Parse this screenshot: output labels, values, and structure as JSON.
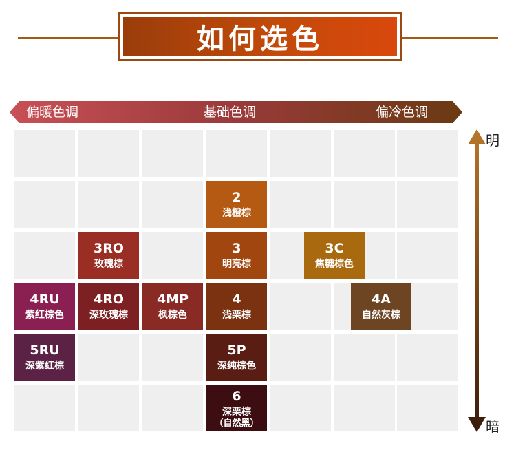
{
  "title": "如何选色",
  "tone_axis": {
    "warm": "偏暖色调",
    "base": "基础色调",
    "cool": "偏冷色调"
  },
  "brightness_axis": {
    "light": "明",
    "dark": "暗"
  },
  "colors": {
    "title_gradient_start": "#9a3d0b",
    "title_gradient_end": "#d9480c",
    "tone_warm": "#c2474f",
    "tone_cool": "#6a3a12",
    "empty_cell": "#efefef"
  },
  "swatches": [
    {
      "col": 3,
      "row": 1,
      "code": "2",
      "name": "浅橙棕",
      "color": "#b55a12"
    },
    {
      "col": 1,
      "row": 2,
      "code": "3RO",
      "name": "玫瑰棕",
      "color": "#9a2e24"
    },
    {
      "col": 3,
      "row": 2,
      "code": "3",
      "name": "明亮棕",
      "color": "#a0460e"
    },
    {
      "col": 5,
      "row": 2,
      "code": "3C",
      "name": "焦糖棕色",
      "color": "#a8690f"
    },
    {
      "col": 0,
      "row": 3,
      "code": "4RU",
      "name": "紫红棕色",
      "color": "#8a2052"
    },
    {
      "col": 1,
      "row": 3,
      "code": "4RO",
      "name": "深玫瑰棕",
      "color": "#7c2023"
    },
    {
      "col": 2,
      "row": 3,
      "code": "4MP",
      "name": "枫棕色",
      "color": "#8a2a24"
    },
    {
      "col": 3,
      "row": 3,
      "code": "4",
      "name": "浅栗棕",
      "color": "#7a3211"
    },
    {
      "col": 5,
      "row": 3,
      "code": "4A",
      "name": "自然灰棕",
      "color": "#6e4522",
      "offset": 70
    },
    {
      "col": 0,
      "row": 4,
      "code": "5RU",
      "name": "深紫红棕",
      "color": "#5c2245"
    },
    {
      "col": 3,
      "row": 4,
      "code": "5P",
      "name": "深纯棕色",
      "color": "#5a1d14"
    },
    {
      "col": 3,
      "row": 5,
      "code": "6",
      "name": "深栗棕",
      "sub": "（自然黑）",
      "color": "#3c0e12"
    }
  ]
}
